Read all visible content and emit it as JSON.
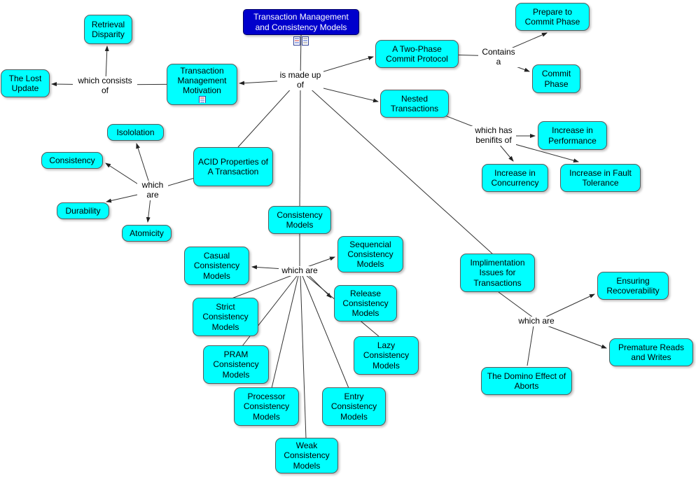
{
  "title": "Transaction Management and Consistency Models",
  "nodes": {
    "retrieval_disparity": "Retrieval Disparity",
    "prepare_commit_phase": "Prepare to Commit Phase",
    "two_phase_commit": "A Two-Phase Commit Protocol",
    "commit_phase": "Commit Phase",
    "lost_update": "The Lost Update",
    "tm_motivation": "Transaction Management Motivation",
    "nested_transactions": "Nested Transactions",
    "increase_performance": "Increase in Performance",
    "isololation": "Isololation",
    "increase_concurrency": "Increase in Concurrency",
    "increase_fault_tolerance": "Increase in Fault Tolerance",
    "consistency": "Consistency",
    "acid_properties": "ACID Properties of A Transaction",
    "durability": "Durability",
    "atomicity": "Atomicity",
    "consistency_models": "Consistency Models",
    "casual": "Casual Consistency Models",
    "sequencial": "Sequencial Consistency Models",
    "release": "Release Consistency Models",
    "strict": "Strict Consistency Models",
    "implementation_issues": "Implimentation Issues for Transactions",
    "ensuring_recoverability": "Ensuring Recoverability",
    "pram": "PRAM Consistency Models",
    "lazy": "Lazy Consistency Models",
    "premature_reads_writes": "Premature Reads and Writes",
    "processor": "Processor Consistency Models",
    "entry": "Entry Consistency Models",
    "domino_effect": "The Domino Effect of Aborts",
    "weak": "Weak Consistency Models"
  },
  "link_labels": {
    "is_made_up_of": "is made up of",
    "contains_a": "Contains a",
    "which_consists_of": "which consists of",
    "which_has_benifits_of": "which has benifits of",
    "which_are_acid": "which are",
    "which_are_models": "which are",
    "which_are_impl": "which are"
  },
  "colors": {
    "node_bg": "#00FFFF",
    "title_bg": "#0000CC",
    "title_text": "#FFFFFF",
    "node_border": "#5A5A5A",
    "line_color": "#333333",
    "canvas_bg": "#FFFFFF"
  }
}
